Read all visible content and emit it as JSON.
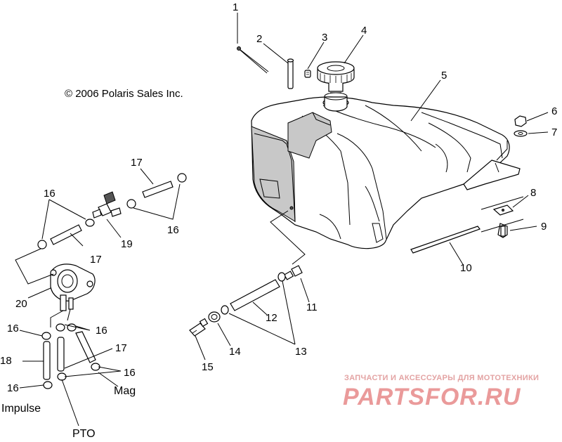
{
  "copyright": "© 2006 Polaris Sales Inc.",
  "callouts": [
    {
      "id": "c1",
      "text": "1"
    },
    {
      "id": "c2",
      "text": "2"
    },
    {
      "id": "c3",
      "text": "3"
    },
    {
      "id": "c4",
      "text": "4"
    },
    {
      "id": "c5",
      "text": "5"
    },
    {
      "id": "c6",
      "text": "6"
    },
    {
      "id": "c7",
      "text": "7"
    },
    {
      "id": "c8",
      "text": "8"
    },
    {
      "id": "c9",
      "text": "9"
    },
    {
      "id": "c10",
      "text": "10"
    },
    {
      "id": "c11",
      "text": "11"
    },
    {
      "id": "c12",
      "text": "12"
    },
    {
      "id": "c13",
      "text": "13"
    },
    {
      "id": "c14",
      "text": "14"
    },
    {
      "id": "c15",
      "text": "15"
    },
    {
      "id": "c16a",
      "text": "16"
    },
    {
      "id": "c16b",
      "text": "16"
    },
    {
      "id": "c16c",
      "text": "16"
    },
    {
      "id": "c16d",
      "text": "16"
    },
    {
      "id": "c16e",
      "text": "16"
    },
    {
      "id": "c16f",
      "text": "16"
    },
    {
      "id": "c17a",
      "text": "17"
    },
    {
      "id": "c17b",
      "text": "17"
    },
    {
      "id": "c17c",
      "text": "17"
    },
    {
      "id": "c18",
      "text": "18"
    },
    {
      "id": "c19",
      "text": "19"
    },
    {
      "id": "c20",
      "text": "20"
    }
  ],
  "port_labels": {
    "impulse": "Impulse",
    "mag": "Mag",
    "pto": "PTO"
  },
  "watermark": {
    "tagline": "ЗАПЧАСТИ И АКСЕССУАРЫ ДЛЯ МОТОТЕХНИКИ",
    "brand": "PARTSFOR.RU",
    "color": "#e89a9a"
  }
}
